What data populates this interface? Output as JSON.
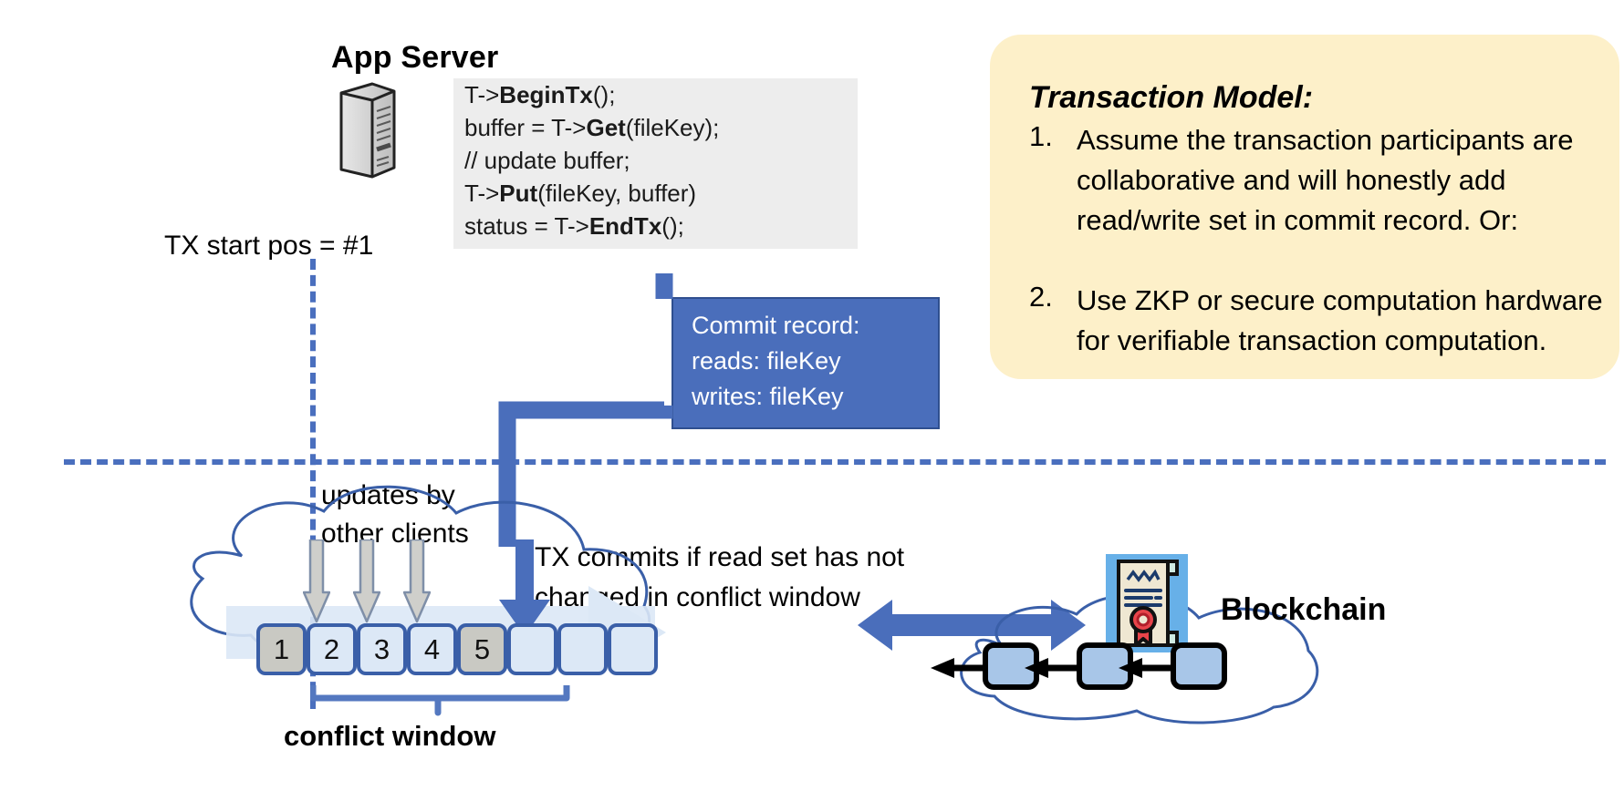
{
  "app_server": {
    "title": "App Server",
    "icon": "server-tower-icon",
    "code_lines": [
      {
        "plain1": "T->",
        "bold": "BeginTx",
        "plain2": "();"
      },
      {
        "plain1": "buffer = T->",
        "bold": "Get",
        "plain2": "(fileKey);"
      },
      {
        "plain1": "// update buffer;",
        "bold": "",
        "plain2": ""
      },
      {
        "plain1": "T->",
        "bold": "Put",
        "plain2": "(fileKey, buffer)"
      },
      {
        "plain1": "status = T->",
        "bold": "EndTx",
        "plain2": "();"
      }
    ]
  },
  "tx_start": {
    "label": "TX start pos = #1"
  },
  "commit_record": {
    "line1": "Commit record:",
    "line2": "reads: fileKey",
    "line3": "writes: fileKey",
    "fill": "#4a6ebb",
    "text_color": "#ffffff"
  },
  "transaction_model": {
    "title": "Transaction Model:",
    "panel_color": "#fdf0c9",
    "items": [
      {
        "num": "1.",
        "text": "Assume the transaction participants are collaborative and will honestly add read/write set in commit record.  Or:"
      },
      {
        "num": "2.",
        "text": "Use ZKP or secure computation hardware for verifiable transaction computation."
      }
    ]
  },
  "ledger": {
    "updates_label_line1": "updates by",
    "updates_label_line2": "other clients",
    "tx_commits_line1": "TX commits if read set has not",
    "tx_commits_line2": "changed in conflict window",
    "conflict_window_label": "conflict window",
    "boxes": [
      {
        "label": "1",
        "state": "filled"
      },
      {
        "label": "2",
        "state": "empty"
      },
      {
        "label": "3",
        "state": "empty"
      },
      {
        "label": "4",
        "state": "empty"
      },
      {
        "label": "5",
        "state": "filled"
      },
      {
        "label": "",
        "state": "empty"
      },
      {
        "label": "",
        "state": "empty"
      },
      {
        "label": "",
        "state": "empty"
      }
    ],
    "update_arrow_targets": [
      "2",
      "3",
      "4"
    ],
    "commit_arrow_target": "5",
    "accent_color": "#4a6fbe",
    "filled_color": "#c9c9c3",
    "empty_color": "#dce8f6"
  },
  "blockchain": {
    "label": "Blockchain",
    "cert_icon": "certificate-seal-icon",
    "block_count": 3,
    "block_color": "#a8c6e8"
  }
}
